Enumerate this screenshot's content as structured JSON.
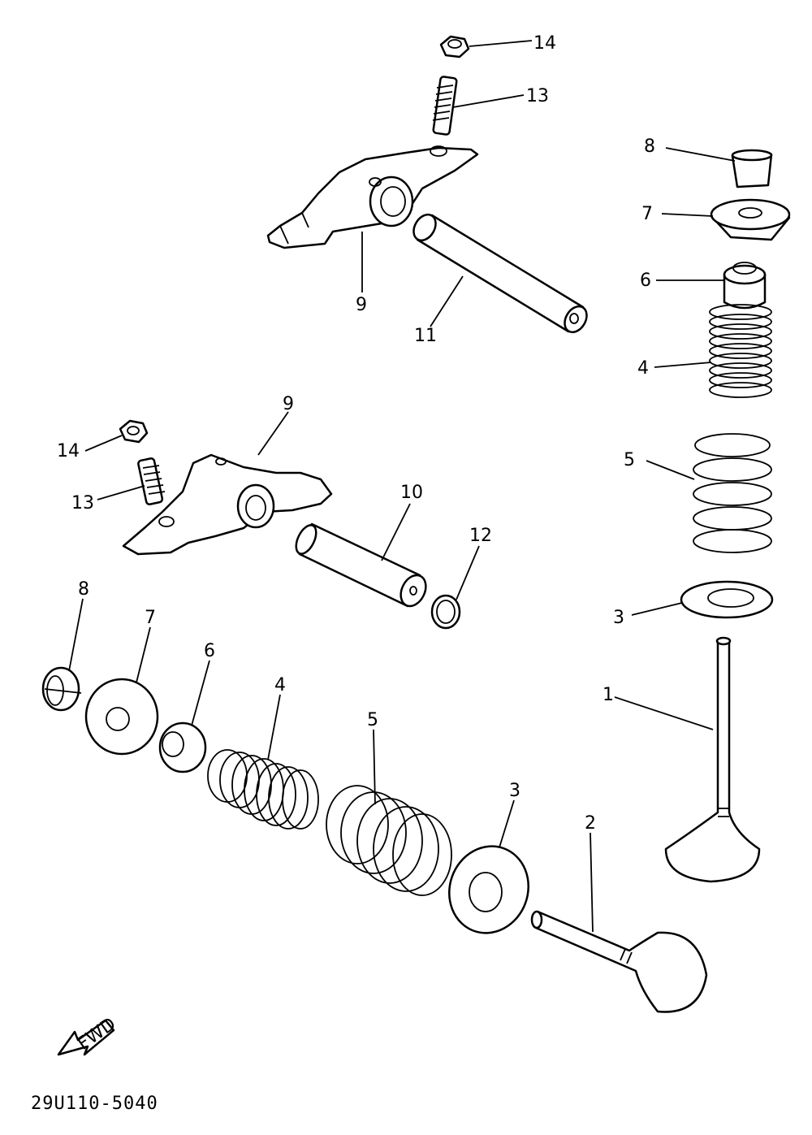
{
  "diagram_code": "29U110-5040",
  "fwd_label": "FWD",
  "labels": {
    "l14_top": "14",
    "l13_top": "13",
    "l9_top": "9",
    "l11": "11",
    "l8_r": "8",
    "l7_r": "7",
    "l6_r": "6",
    "l4_r": "4",
    "l5_r": "5",
    "l3_r": "3",
    "l1": "1",
    "l9_mid": "9",
    "l14_mid": "14",
    "l13_mid": "13",
    "l10": "10",
    "l12": "12",
    "l8_b": "8",
    "l7_b": "7",
    "l6_b": "6",
    "l4_b": "4",
    "l5_b": "5",
    "l3_b": "3",
    "l2": "2"
  }
}
